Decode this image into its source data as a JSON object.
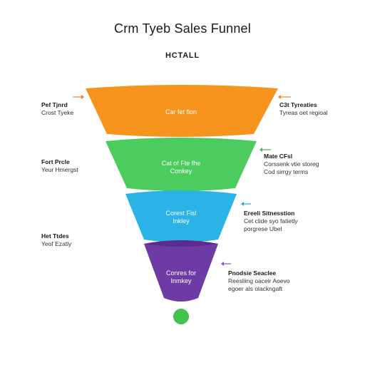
{
  "title": "Crm Tyeb Sales Funnel",
  "subtitle": "HCTALL",
  "colors": {
    "stage1": "#F7941D",
    "stage2": "#4CCB5E",
    "stage3": "#2BB3E8",
    "stage4": "#6D3BA6",
    "dot": "#44C24E",
    "arrow1": "#E8872B",
    "arrow2": "#4CB05A",
    "arrow3": "#2BA8D8",
    "arrow4": "#8C4FC1"
  },
  "stages": [
    {
      "label_lines": [
        "Car fet flon"
      ]
    },
    {
      "label_lines": [
        "Cat of Fte fhe",
        "Conkey"
      ]
    },
    {
      "label_lines": [
        "Corest Fisl",
        "Inkley"
      ]
    },
    {
      "label_lines": [
        "Conres for",
        "Inmkey"
      ]
    }
  ],
  "left_notes": [
    {
      "line1": "Pef Tjnrd",
      "line2": "Crost Tyeke"
    },
    {
      "line1": "Fort Prcle",
      "line2": "Yeur Hmergst"
    },
    {
      "line1": "Het Ttdes",
      "line2": "Yeof Ezatly"
    }
  ],
  "right_notes": [
    {
      "line1": "C3t Tyreaties",
      "line2": "Tyreas oet regioal"
    },
    {
      "line1": "Mate CFsl",
      "line2": "Corssenk vtie storeg",
      "line3": "Cod sirrgy terms"
    },
    {
      "line1": "Ereeli Sitnesstion",
      "line2": "Cet clide syo fatietly",
      "line3": "porgrese Ubel"
    },
    {
      "line1": "Pnodsie Seaclee",
      "line2": "Reesliing oaceir Aoevo",
      "line3": "egoer als olackngaft"
    }
  ]
}
